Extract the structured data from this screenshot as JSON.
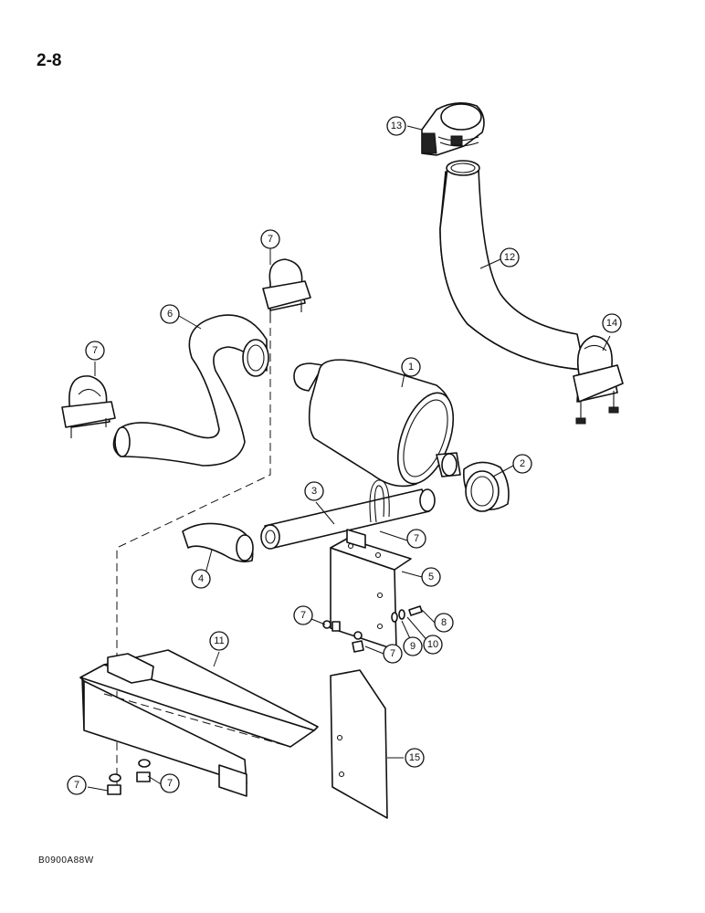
{
  "page": {
    "label": "2-8",
    "code": "B0900A88W"
  },
  "callouts": [
    {
      "id": "c1",
      "label": "1"
    },
    {
      "id": "c2",
      "label": "2"
    },
    {
      "id": "c3",
      "label": "3"
    },
    {
      "id": "c4",
      "label": "4"
    },
    {
      "id": "c5",
      "label": "5"
    },
    {
      "id": "c6",
      "label": "6"
    },
    {
      "id": "c7a",
      "label": "7"
    },
    {
      "id": "c7b",
      "label": "7"
    },
    {
      "id": "c7c",
      "label": "7"
    },
    {
      "id": "c7d",
      "label": "7"
    },
    {
      "id": "c7e",
      "label": "7"
    },
    {
      "id": "c7f",
      "label": "7"
    },
    {
      "id": "c7g",
      "label": "7"
    },
    {
      "id": "c8",
      "label": "8"
    },
    {
      "id": "c9",
      "label": "9"
    },
    {
      "id": "c10",
      "label": "10"
    },
    {
      "id": "c11",
      "label": "11"
    },
    {
      "id": "c12",
      "label": "12"
    },
    {
      "id": "c13",
      "label": "13"
    },
    {
      "id": "c14",
      "label": "14"
    },
    {
      "id": "c15",
      "label": "15"
    }
  ]
}
